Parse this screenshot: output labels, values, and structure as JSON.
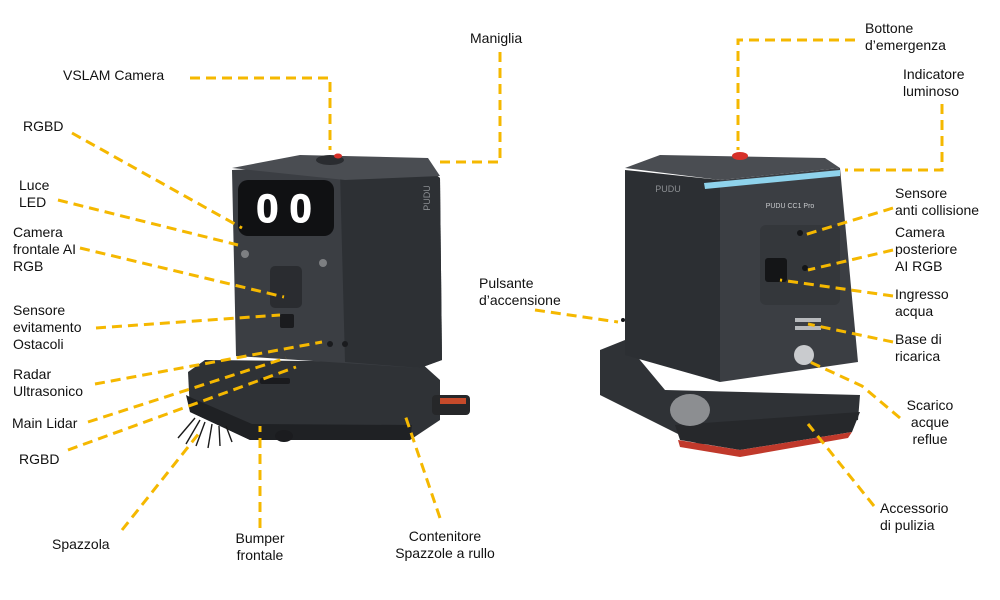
{
  "colors": {
    "leader": "#F5B800",
    "body": "#3a3d42",
    "dark": "#2a2c30",
    "face": "#111214",
    "accent_red": "#d7312a",
    "light_bar": "#8fd3ec"
  },
  "left_robot": {
    "labels": {
      "vslam": "VSLAM Camera",
      "maniglia": "Maniglia",
      "rgbd_top": "RGBD",
      "luce_led": "Luce\nLED",
      "camera_frontale": "Camera\nfrontale AI\nRGB",
      "sensore_evitamento": "Sensore\nevitamento\nOstacoli",
      "radar": "Radar\nUltrasonico",
      "main_lidar": "Main Lidar",
      "rgbd_bottom": "RGBD",
      "spazzola": "Spazzola",
      "bumper": "Bumper\nfrontale",
      "contenitore": "Contenitore\nSpazzole a rullo"
    },
    "face_eyes": "0 0",
    "logo": "PUDU"
  },
  "right_robot": {
    "labels": {
      "bottone": "Bottone\nd’emergenza",
      "indicatore": "Indicatore\nluminoso",
      "pulsante": "Pulsante\nd’accensione",
      "sensore_collisione": "Sensore\nanti collisione",
      "camera_posteriore": "Camera\nposteriore\nAI RGB",
      "ingresso": "Ingresso\nacqua",
      "base": "Base di\nricarica",
      "scarico": "Scarico\nacque\nreflue",
      "accessorio": "Accessorio\ndi pulizia"
    },
    "logo": "PUDU",
    "model": "PUDU CC1 Pro"
  }
}
